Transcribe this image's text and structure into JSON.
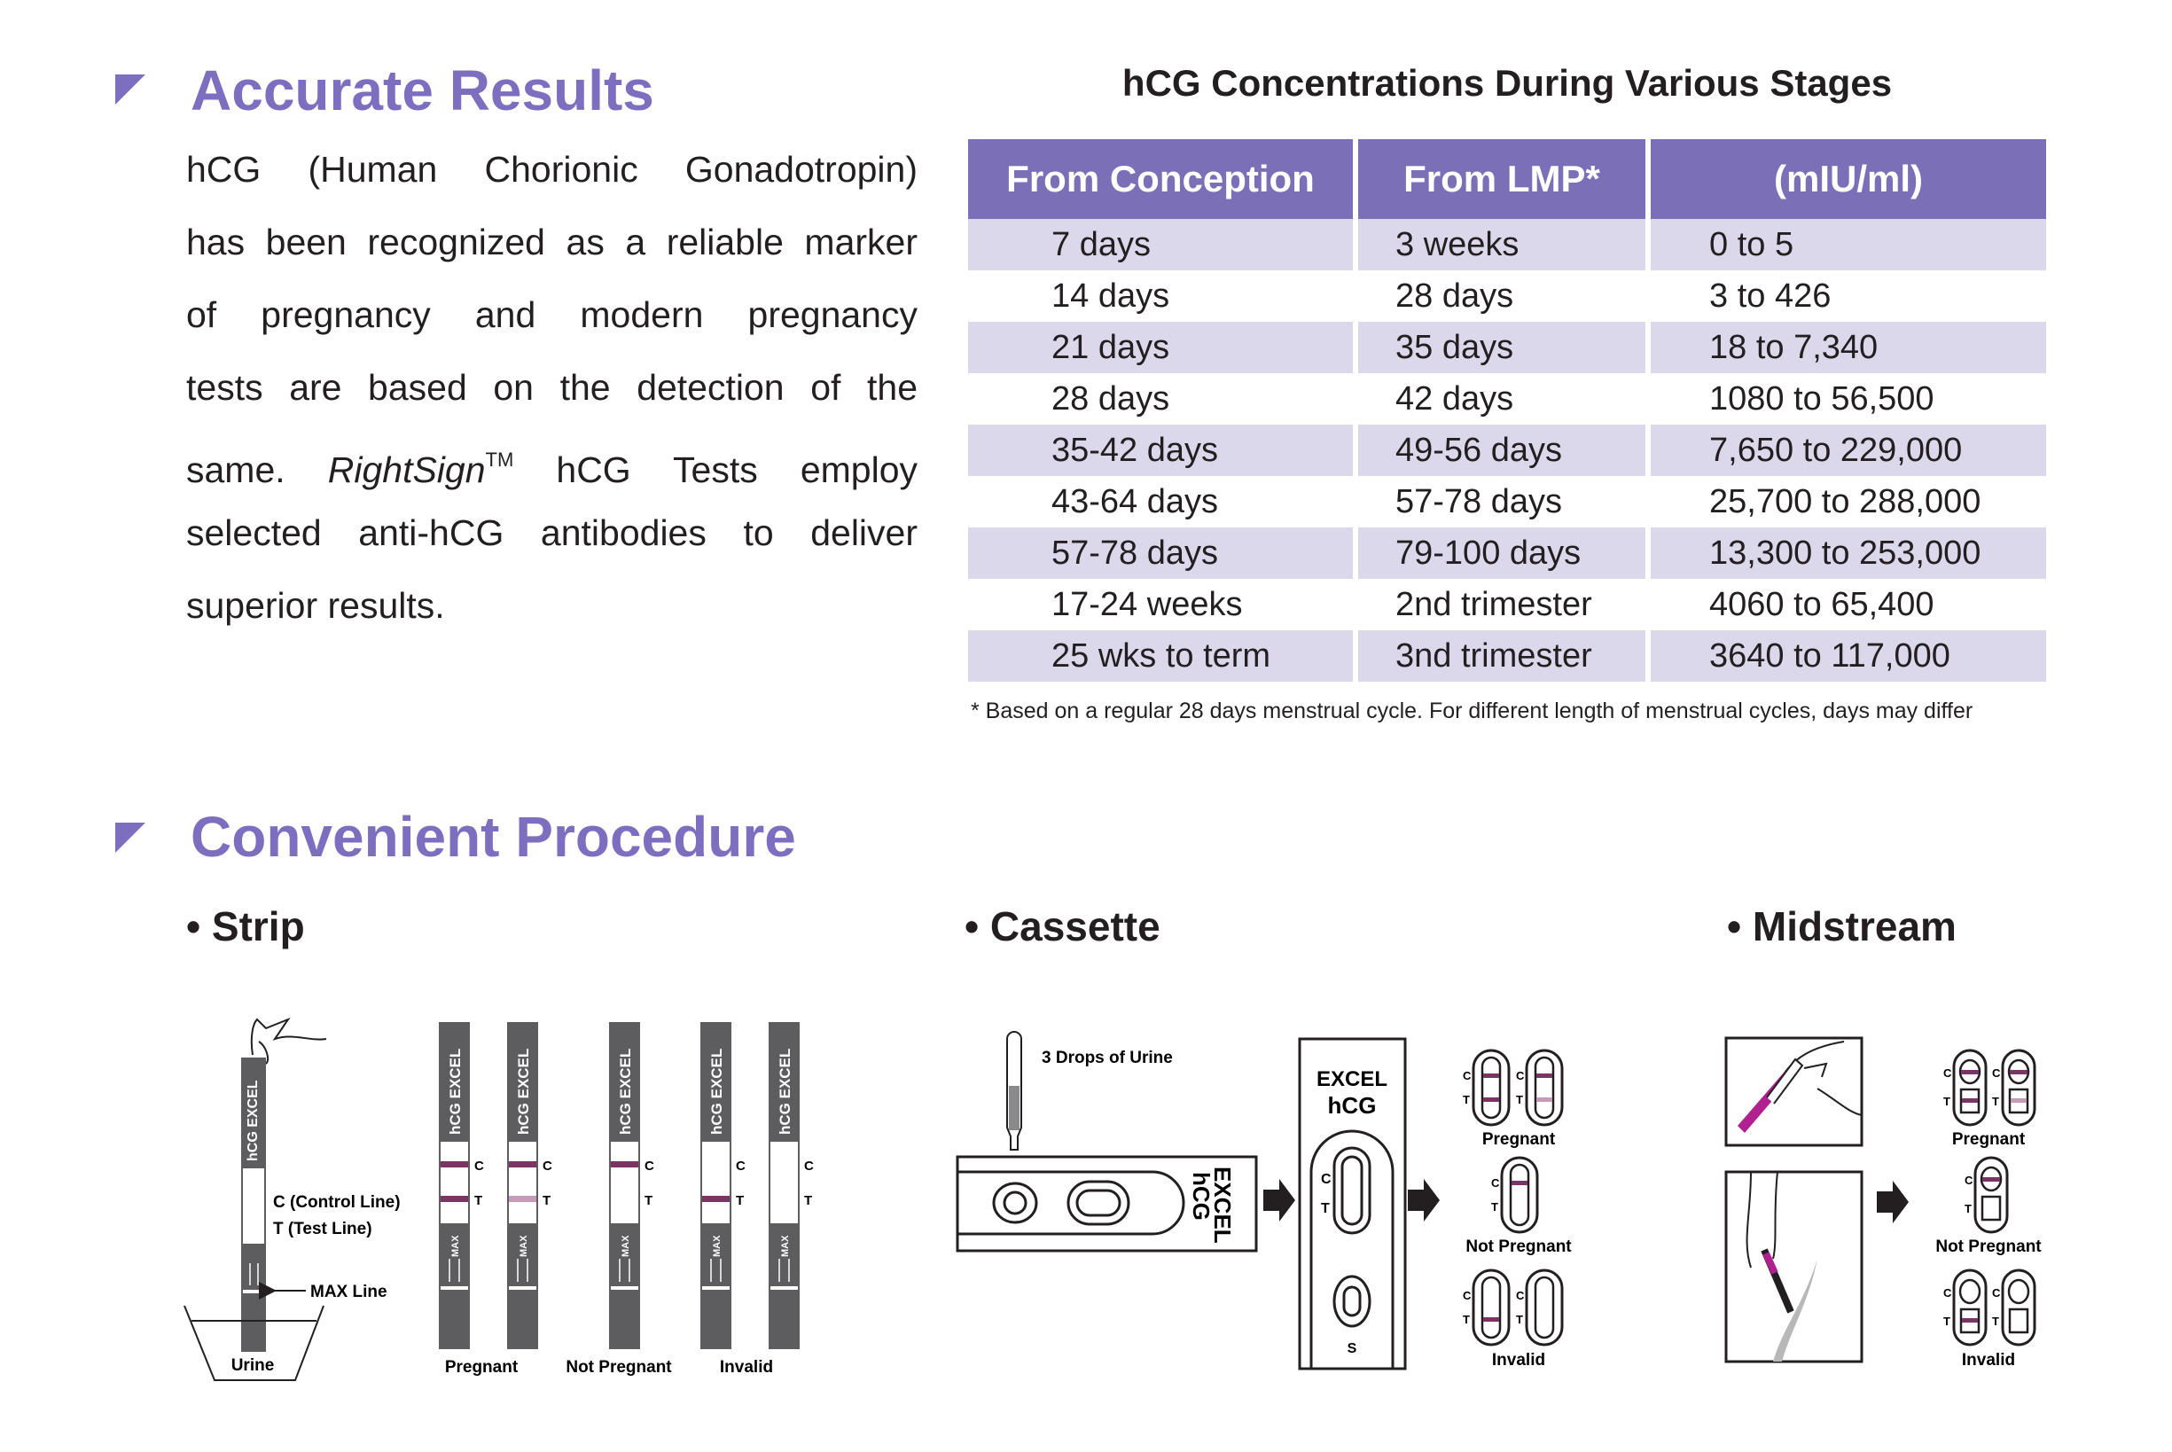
{
  "accurate": {
    "title": "Accurate Results",
    "lines": [
      "hCG (Human Chorionic Gonadotropin)",
      "has been recognized as a reliable marker",
      "of pregnancy and modern pregnancy",
      "tests are based on the detection of the"
    ],
    "line5": {
      "pre": "same. ",
      "brand": "RightSign",
      "tm": "TM",
      "post": " hCG Tests employ"
    },
    "line6": "selected anti-hCG antibodies to  deliver",
    "line7": "superior results."
  },
  "table": {
    "title": "hCG Concentrations During Various Stages",
    "headers": [
      "From Conception",
      "From LMP*",
      "(mIU/ml)"
    ],
    "rows": [
      [
        "7 days",
        "3 weeks",
        "0 to 5"
      ],
      [
        "14 days",
        "28 days",
        "3 to 426"
      ],
      [
        "21 days",
        "35 days",
        "18 to 7,340"
      ],
      [
        "28 days",
        "42 days",
        "1080 to 56,500"
      ],
      [
        "35-42 days",
        "49-56 days",
        "7,650 to 229,000"
      ],
      [
        "43-64 days",
        "57-78 days",
        "25,700 to 288,000"
      ],
      [
        "57-78 days",
        "79-100 days",
        "13,300 to 253,000"
      ],
      [
        "17-24 weeks",
        "2nd trimester",
        "4060 to 65,400"
      ],
      [
        "25 wks to term",
        "3nd trimester",
        "3640 to 117,000"
      ]
    ],
    "footnote": "* Based on a regular 28 days menstrual cycle. For different length of menstrual cycles, days may differ"
  },
  "procedure": {
    "title": "Convenient Procedure",
    "strip": {
      "label": "Strip",
      "brand": "hCG EXCEL",
      "max": "MAX",
      "control_label": "C (Control Line)",
      "test_label": "T (Test Line)",
      "max_line_label": "MAX Line",
      "urine_label": "Urine",
      "c": "C",
      "t": "T",
      "results": [
        {
          "c": "strong",
          "t": "strong"
        },
        {
          "c": "strong",
          "t": "faint"
        },
        {
          "c": "strong",
          "t": "none"
        },
        {
          "c": "none",
          "t": "strong"
        },
        {
          "c": "none",
          "t": "none"
        }
      ],
      "result_labels": [
        "Pregnant",
        "Not Pregnant",
        "Invalid"
      ]
    },
    "cassette": {
      "label": "Cassette",
      "drops_label": "3 Drops of Urine",
      "brand": "EXCEL",
      "product": "hCG",
      "s": "S",
      "c": "C",
      "t": "T",
      "result_labels": [
        "Pregnant",
        "Not Pregnant",
        "Invalid"
      ]
    },
    "midstream": {
      "label": "Midstream",
      "c": "C",
      "t": "T",
      "result_labels": [
        "Pregnant",
        "Not Pregnant",
        "Invalid"
      ]
    }
  },
  "colors": {
    "accent": "#7e6ec0",
    "header": "#7b6fb7",
    "stripe": "#dcd8ec",
    "strip_dark": "#5d5d60",
    "line": "#7a3565",
    "midstream": "#b0208f"
  }
}
